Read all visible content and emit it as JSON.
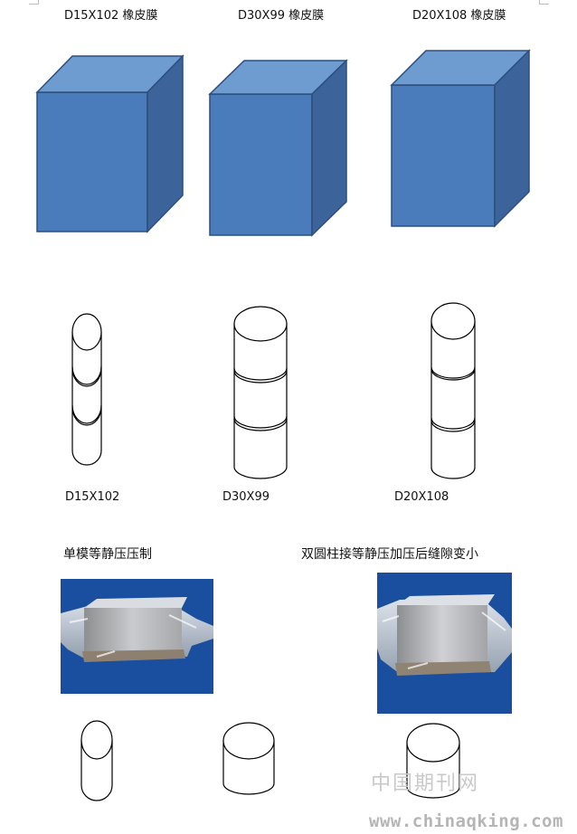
{
  "boxes": {
    "labels": [
      "D15X102 橡皮膜",
      "D30X99 橡皮膜",
      "D20X108 橡皮膜"
    ],
    "front_color": "#4a7cbc",
    "top_color": "#6e9bd0",
    "side_color": "#3c639a",
    "edge_color": "#2b4f7f"
  },
  "cylinders": {
    "labels": [
      "D15X102",
      "D30X99",
      "D20X108"
    ]
  },
  "press": {
    "left_caption": "单模等静压压制",
    "right_caption": "双圆柱接等静压加压后缝隙变小",
    "photo_bg": "#1a4fa0"
  },
  "watermark": {
    "cn": "中国期刊网",
    "url": "www.chinaqking.com"
  }
}
